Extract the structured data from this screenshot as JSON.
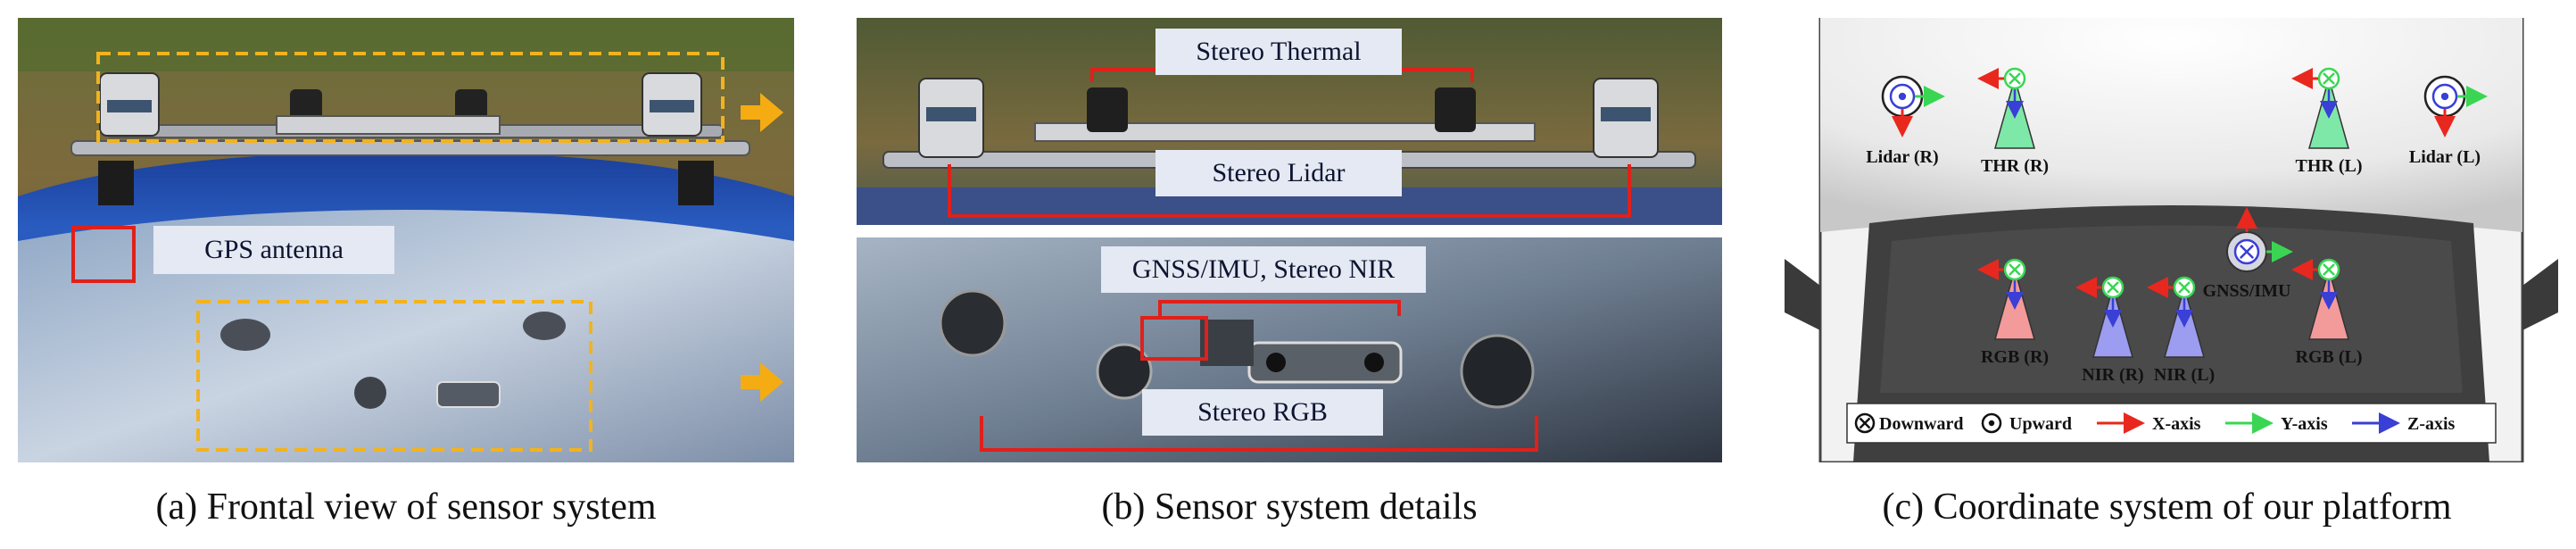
{
  "panels": {
    "a": {
      "caption": "(a) Frontal view of sensor system",
      "gps_label": "GPS antenna"
    },
    "b": {
      "caption": "(b) Sensor system details",
      "stereo_thermal": "Stereo Thermal",
      "stereo_lidar": "Stereo Lidar",
      "gnss_nir": "GNSS/IMU, Stereo NIR",
      "stereo_rgb": "Stereo RGB"
    },
    "c": {
      "caption": "(c) Coordinate system of our platform",
      "sensors": {
        "lidar_r": "Lidar (R)",
        "thr_r": "THR (R)",
        "thr_l": "THR (L)",
        "lidar_l": "Lidar (L)",
        "gnss_imu": "GNSS/IMU",
        "rgb_r": "RGB (R)",
        "nir_r": "NIR (R)",
        "nir_l": "NIR (L)",
        "rgb_l": "RGB (L)"
      },
      "legend": {
        "downward": "Downward",
        "upward": "Upward",
        "x_axis": "X-axis",
        "y_axis": "Y-axis",
        "z_axis": "Z-axis"
      }
    }
  },
  "colors": {
    "x_axis": "#e8281e",
    "y_axis": "#3ad653",
    "z_axis": "#3a3fd6",
    "highlight_red": "#e0201a",
    "highlight_orange": "#f2b31d",
    "label_bg": "#e4e9f3",
    "thr_fill": "#7ee8a8",
    "rgb_fill": "#f39a9a",
    "nir_fill": "#9c9cf0"
  }
}
